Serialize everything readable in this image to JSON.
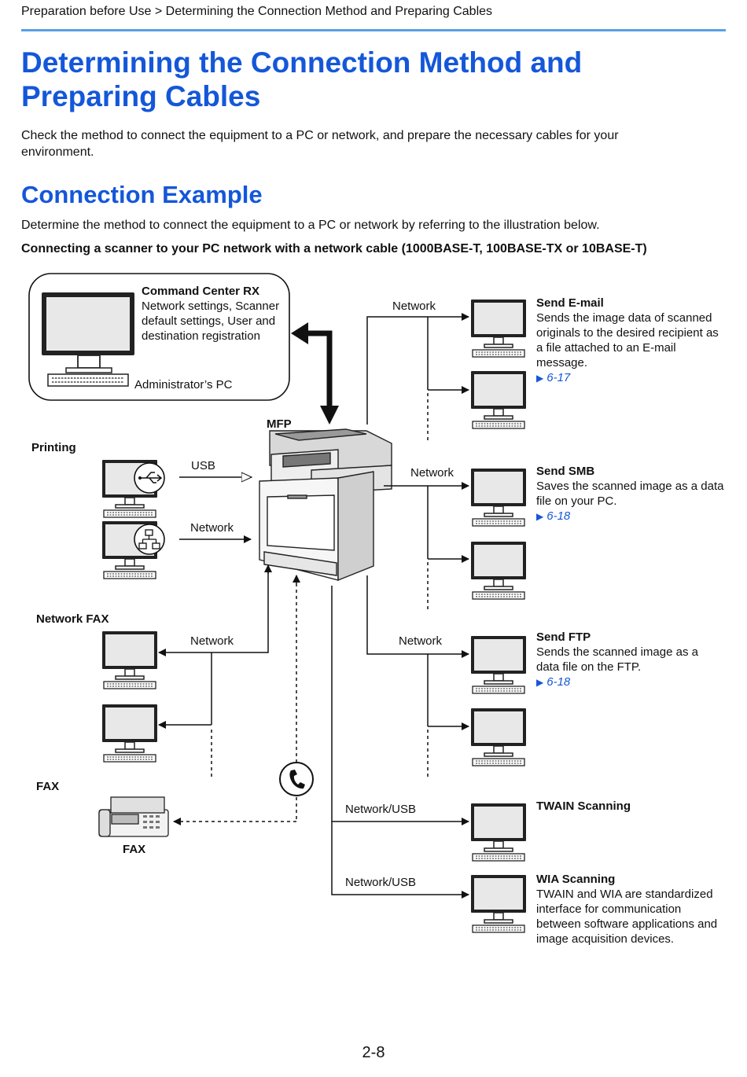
{
  "breadcrumb": "Preparation before Use > Determining the Connection Method and Preparing Cables",
  "title_line1": "Determining the Connection Method and",
  "title_line2": "Preparing Cables",
  "intro_line1": "Check the method to connect the equipment to a PC or network, and prepare the necessary cables for your",
  "intro_line2": "environment.",
  "section_heading": "Connection Example",
  "section_desc": "Determine the method to connect the equipment to a PC or network by referring to the illustration below.",
  "section_subhead": "Connecting a scanner to your PC network with a network cable (1000BASE-T, 100BASE-TX or 10BASE-T)",
  "diagram": {
    "command_center_title": "Command Center RX",
    "command_center_line1": "Network settings, Scanner",
    "command_center_line2": "default settings, User and",
    "command_center_line3": "destination registration",
    "admin_pc": "Administrator’s PC",
    "mfp": "MFP",
    "printing": "Printing",
    "usb": "USB",
    "network": "Network",
    "network_usb": "Network/USB",
    "network_fax": "Network FAX",
    "fax_heading": "FAX",
    "fax_device": "FAX",
    "send_email_title": "Send E-mail",
    "send_email_line1": "Sends the image data of scanned",
    "send_email_line2": "originals to the desired recipient as",
    "send_email_line3": "a file attached to an E-mail",
    "send_email_line4": "message.",
    "send_email_ref": "6-17",
    "send_smb_title": "Send SMB",
    "send_smb_line1": "Saves the scanned image as a data",
    "send_smb_line2": "file on your PC.",
    "send_smb_ref": "6-18",
    "send_ftp_title": "Send FTP",
    "send_ftp_line1": "Sends the scanned image as a",
    "send_ftp_line2": "data file on the FTP.",
    "send_ftp_ref": "6-18",
    "twain_title": "TWAIN Scanning",
    "wia_title": "WIA Scanning",
    "wia_line1": "TWAIN and WIA are standardized",
    "wia_line2": "interface for communication",
    "wia_line3": "between software applications and",
    "wia_line4": "image acquisition devices."
  },
  "page_number": "2-8",
  "colors": {
    "heading_blue": "#1457d9",
    "rule_blue": "#5aa0e6"
  }
}
